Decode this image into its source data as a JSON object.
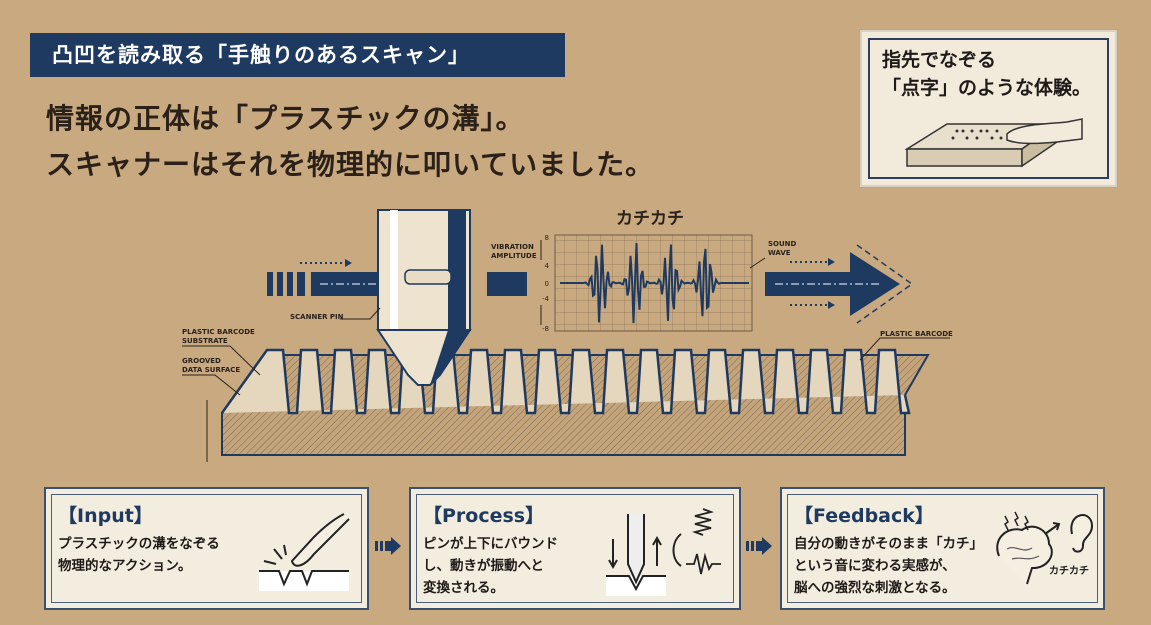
{
  "banner": {
    "title": "凸凹を読み取る「手触りのあるスキャン」"
  },
  "headline": {
    "line1": "情報の正体は「プラスチックの溝」。",
    "line2": "スキャナーはそれを物理的に叩いていました。"
  },
  "card": {
    "line1": "指先でなぞる",
    "line2": "「点字」のような体験。"
  },
  "diagram": {
    "sound_label": "カチカチ",
    "vibration_label_1": "VIBRATION",
    "vibration_label_2": "AMPLITUDE",
    "sound_wave_1": "SOUND",
    "sound_wave_2": "WAVE",
    "scanner_pin": "SCANNER PIN",
    "substrate_1": "PLASTIC BARCODE",
    "substrate_2": "SUBSTRATE",
    "grooved_1": "GROOVED",
    "grooved_2": "DATA SURFACE",
    "plastic_barcode": "PLASTIC BARCODE",
    "axis_ticks": [
      "8",
      "4",
      "0",
      "-4",
      "-8"
    ]
  },
  "steps": [
    {
      "title": "【Input】",
      "lines": [
        "プラスチックの溝をなぞる",
        "物理的なアクション。"
      ]
    },
    {
      "title": "【Process】",
      "lines": [
        "ピンが上下にバウンド",
        "し、動きが振動へと",
        "変換される。"
      ]
    },
    {
      "title": "【Feedback】",
      "lines": [
        "自分の動きがそのまま「カチ」",
        "という音に変わる実感が、",
        "脳への強烈な刺激となる。"
      ],
      "icon_label": "カチカチ"
    }
  ],
  "colors": {
    "navy": "#1f3a60",
    "background": "#c9aa80",
    "card": "#f3eddf"
  }
}
